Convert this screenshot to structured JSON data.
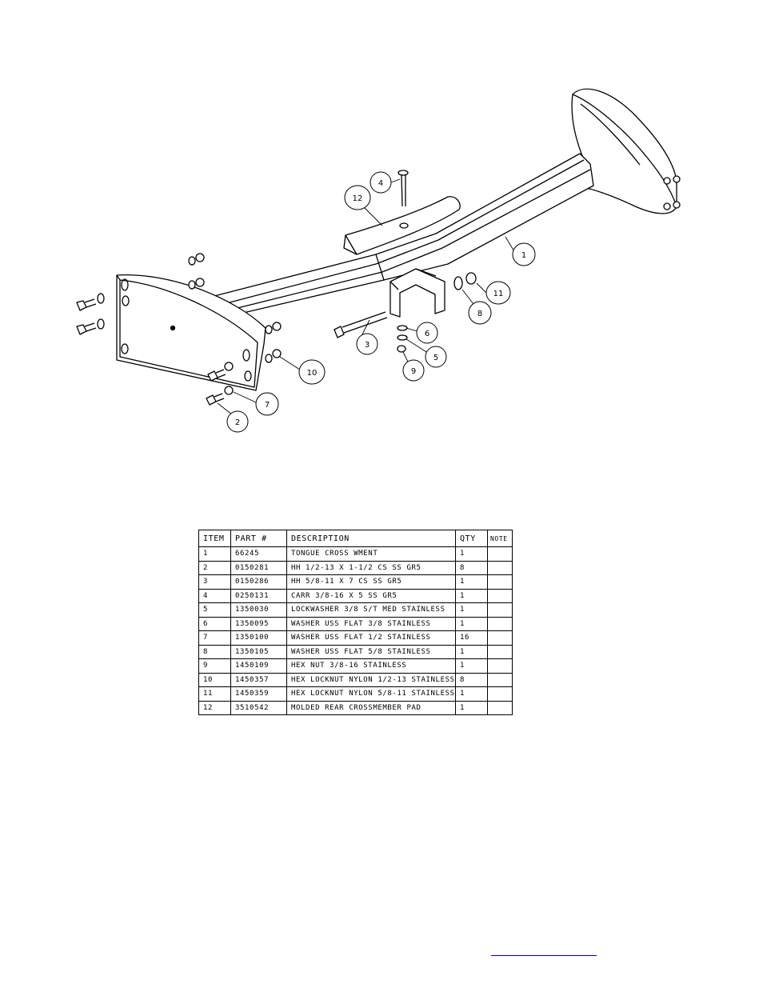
{
  "diagram": {
    "callouts": [
      "1",
      "2",
      "3",
      "4",
      "5",
      "6",
      "7",
      "8",
      "9",
      "10",
      "11",
      "12"
    ]
  },
  "bom": {
    "headers": [
      "ITEM",
      "PART #",
      "DESCRIPTION",
      "QTY",
      "NOTE"
    ],
    "rows": [
      {
        "item": "1",
        "part": "66245",
        "description": "TONGUE CROSS WMENT",
        "qty": "1",
        "note": ""
      },
      {
        "item": "2",
        "part": "0150281",
        "description": "HH 1/2-13 X 1-1/2 CS SS GR5",
        "qty": "8",
        "note": ""
      },
      {
        "item": "3",
        "part": "0150286",
        "description": "HH 5/8-11 X 7 CS SS GR5",
        "qty": "1",
        "note": ""
      },
      {
        "item": "4",
        "part": "0250131",
        "description": "CARR 3/8-16 X 5 SS GR5",
        "qty": "1",
        "note": ""
      },
      {
        "item": "5",
        "part": "1350030",
        "description": "LOCKWASHER 3/8 S/T MED STAINLESS",
        "qty": "1",
        "note": ""
      },
      {
        "item": "6",
        "part": "1350095",
        "description": "WASHER USS FLAT 3/8 STAINLESS",
        "qty": "1",
        "note": ""
      },
      {
        "item": "7",
        "part": "1350100",
        "description": "WASHER USS FLAT 1/2 STAINLESS",
        "qty": "16",
        "note": ""
      },
      {
        "item": "8",
        "part": "1350105",
        "description": "WASHER USS FLAT 5/8 STAINLESS",
        "qty": "1",
        "note": ""
      },
      {
        "item": "9",
        "part": "1450109",
        "description": "HEX NUT 3/8-16 STAINLESS",
        "qty": "1",
        "note": ""
      },
      {
        "item": "10",
        "part": "1450357",
        "description": "HEX LOCKNUT NYLON 1/2-13 STAINLESS",
        "qty": "8",
        "note": ""
      },
      {
        "item": "11",
        "part": "1450359",
        "description": "HEX LOCKNUT NYLON 5/8-11 STAINLESS",
        "qty": "1",
        "note": ""
      },
      {
        "item": "12",
        "part": "3510542",
        "description": "MOLDED REAR CROSSMEMBER PAD",
        "qty": "1",
        "note": ""
      }
    ]
  }
}
